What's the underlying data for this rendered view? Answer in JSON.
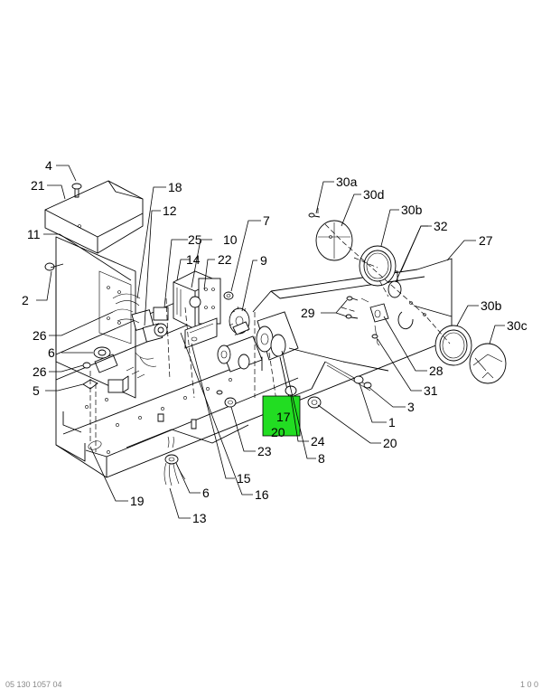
{
  "callouts": [
    {
      "id": "c4",
      "text": "4"
    },
    {
      "id": "c21",
      "text": "21"
    },
    {
      "id": "c18",
      "text": "18"
    },
    {
      "id": "c12",
      "text": "12"
    },
    {
      "id": "c11",
      "text": "11"
    },
    {
      "id": "c25",
      "text": "25"
    },
    {
      "id": "c10",
      "text": "10"
    },
    {
      "id": "c7",
      "text": "7"
    },
    {
      "id": "c14",
      "text": "14"
    },
    {
      "id": "c22",
      "text": "22"
    },
    {
      "id": "c9",
      "text": "9"
    },
    {
      "id": "c2",
      "text": "2"
    },
    {
      "id": "c26a",
      "text": "26"
    },
    {
      "id": "c6a",
      "text": "6"
    },
    {
      "id": "c26b",
      "text": "26"
    },
    {
      "id": "c5",
      "text": "5"
    },
    {
      "id": "c30a",
      "text": "30a"
    },
    {
      "id": "c30d",
      "text": "30d"
    },
    {
      "id": "c30b1",
      "text": "30b"
    },
    {
      "id": "c32",
      "text": "32"
    },
    {
      "id": "c27",
      "text": "27"
    },
    {
      "id": "c29",
      "text": "29"
    },
    {
      "id": "c30b2",
      "text": "30b"
    },
    {
      "id": "c30c",
      "text": "30c"
    },
    {
      "id": "c28",
      "text": "28"
    },
    {
      "id": "c31",
      "text": "31"
    },
    {
      "id": "c3",
      "text": "3"
    },
    {
      "id": "c1",
      "text": "1"
    },
    {
      "id": "c20",
      "text": "20"
    },
    {
      "id": "c24",
      "text": "24"
    },
    {
      "id": "c8",
      "text": "8"
    },
    {
      "id": "c23",
      "text": "23"
    },
    {
      "id": "c15",
      "text": "15"
    },
    {
      "id": "c16",
      "text": "16"
    },
    {
      "id": "c19",
      "text": "19"
    },
    {
      "id": "c6b",
      "text": "6"
    },
    {
      "id": "c13",
      "text": "13"
    }
  ],
  "highlight": {
    "color": "#22dd22",
    "label_top": "17",
    "label_bottom": "20"
  },
  "footer": {
    "left": "05 130 1057 04",
    "right": "1 0 0"
  }
}
